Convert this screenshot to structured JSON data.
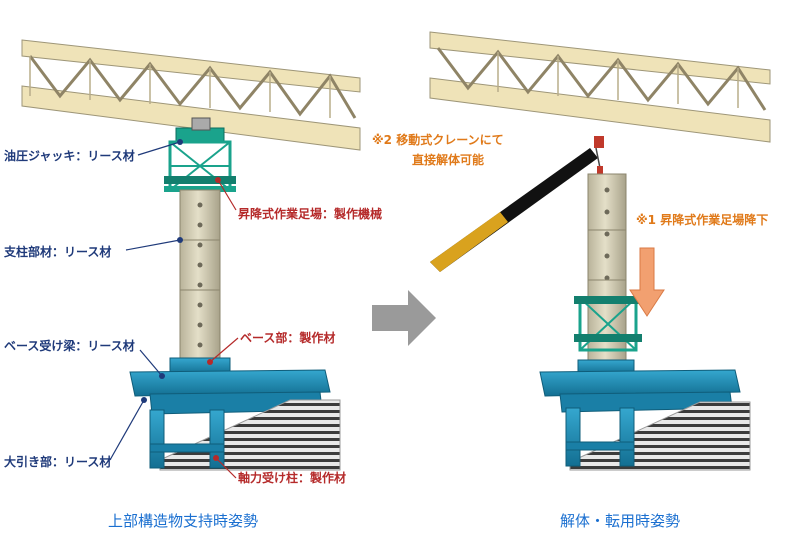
{
  "left_panel": {
    "labels": {
      "hydraulic_jack": "油圧ジャッキ：リース材",
      "lifting_scaffold": "昇降式作業足場：製作機械",
      "column_member": "支柱部材：リース材",
      "base_part": "ベース部：製作材",
      "base_receiving_beam": "ベース受け梁：リース材",
      "large_pulling_part": "大引き部：リース材",
      "axial_support_column": "軸力受け柱：製作材"
    },
    "caption": "上部構造物支持時姿勢"
  },
  "right_panel": {
    "labels": {
      "mobile_crane_note_line1": "※2 移動式クレーンにて",
      "mobile_crane_note_line2": "直接解体可能",
      "scaffold_lowering_note": "※1 昇降式作業足場降下"
    },
    "caption": "解体・転用時姿勢"
  },
  "colors": {
    "leased_label": "#1f3a7a",
    "fabricated_label": "#b52a2a",
    "note_label": "#e07a1a",
    "caption": "#1a6fd0",
    "steel_blue": "#1e90b8",
    "scaffold_teal": "#1aa38c",
    "column_beige": "#d8d2b8",
    "truss_cream": "#efe3b8",
    "crane_yellow": "#d9a21e",
    "arrow_orange": "#f2a070",
    "transition_arrow_gray": "#9a9a9a"
  }
}
